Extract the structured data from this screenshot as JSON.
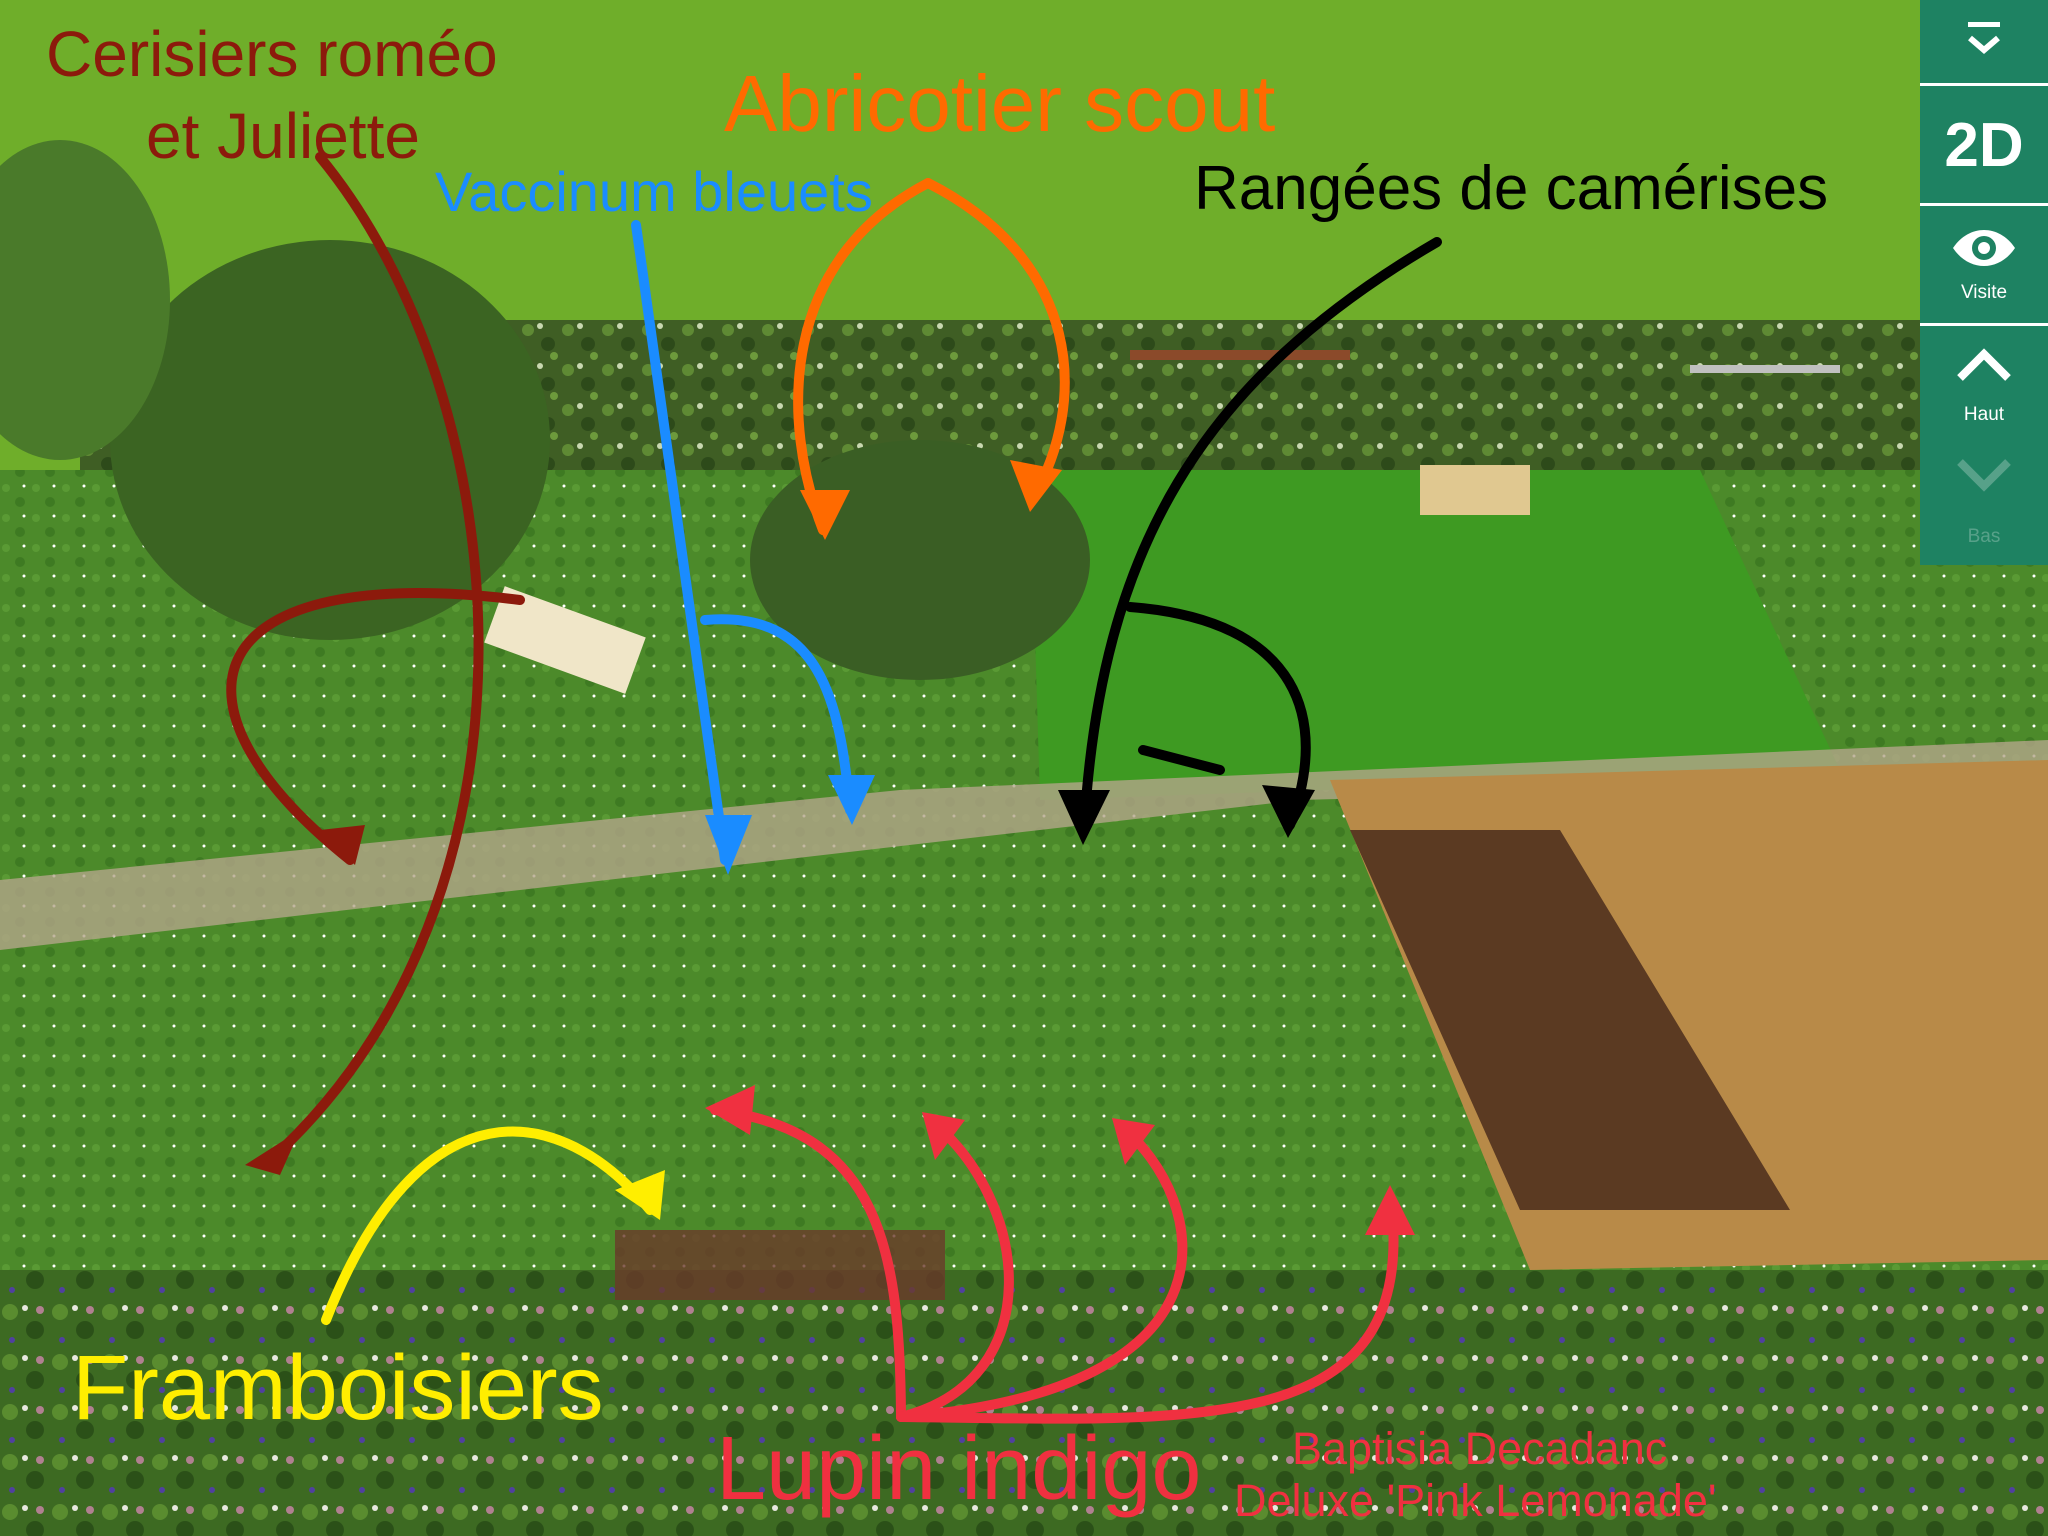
{
  "annotations": {
    "cerisiers_line1": "Cerisiers roméo",
    "cerisiers_line2": "et Juliette",
    "abricotier": "Abricotier scout",
    "vaccinum": "Vaccinum bleuets",
    "camerises": "Rangées de camérises",
    "framboisiers": "Framboisiers",
    "lupin": "Lupin indigo",
    "baptisia_line1": "Baptisia Decadanc",
    "baptisia_line2": "Deluxe 'Pink Lemonade'"
  },
  "colors": {
    "cerisiers": "#8c1a0c",
    "abricotier": "#ff6a00",
    "vaccinum": "#1a8cff",
    "camerises": "#000000",
    "framboisiers": "#ffee00",
    "lupin": "#f03040",
    "toolbar": "#1e8262"
  },
  "toolbar": {
    "collapse_icon": "chevron-down-bar-icon",
    "mode_2d": "2D",
    "visit_label": "Visite",
    "visit_icon": "eye-icon",
    "up_label": "Haut",
    "up_icon": "chevron-up-icon",
    "down_label": "Bas",
    "down_icon": "chevron-down-icon"
  }
}
